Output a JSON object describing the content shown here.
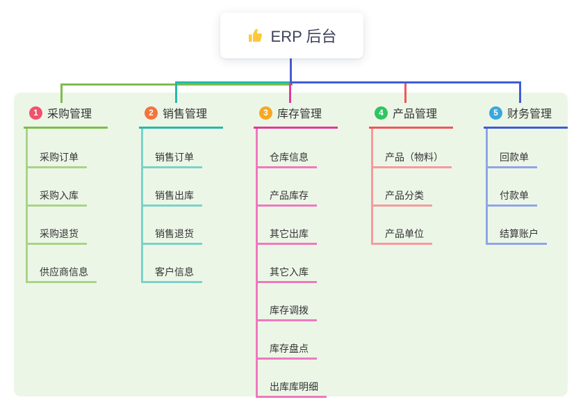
{
  "root": {
    "title": "ERP 后台",
    "icon": "thumbs-up-icon",
    "icon_color": "#FFC83D"
  },
  "colors": {
    "panel_bg": "#ECF6E7",
    "root_connector": "#4A5BD0",
    "text": "#333333"
  },
  "branches": [
    {
      "num": "1",
      "label": "采购管理",
      "badge_color": "#F0516B",
      "line_color": "#7CBE4E",
      "child_line_color": "#A8D488",
      "children": [
        "采购订单",
        "采购入库",
        "采购退货",
        "供应商信息"
      ]
    },
    {
      "num": "2",
      "label": "销售管理",
      "badge_color": "#F3743B",
      "line_color": "#29B8A9",
      "child_line_color": "#7AD2C8",
      "children": [
        "销售订单",
        "销售出库",
        "销售退货",
        "客户信息"
      ]
    },
    {
      "num": "3",
      "label": "库存管理",
      "badge_color": "#F7A823",
      "line_color": "#E2389B",
      "child_line_color": "#EE79BD",
      "children": [
        "仓库信息",
        "产品库存",
        "其它出库",
        "其它入库",
        "库存调拨",
        "库存盘点",
        "出库库明细"
      ]
    },
    {
      "num": "4",
      "label": "产品管理",
      "badge_color": "#31C462",
      "line_color": "#F2555E",
      "child_line_color": "#F79A9E",
      "children": [
        "产品（物料）",
        "产品分类",
        "产品单位"
      ]
    },
    {
      "num": "5",
      "label": "财务管理",
      "badge_color": "#38A8DE",
      "line_color": "#3E5BD8",
      "child_line_color": "#8FA5E8",
      "children": [
        "回款单",
        "付款单",
        "结算账户"
      ]
    }
  ]
}
